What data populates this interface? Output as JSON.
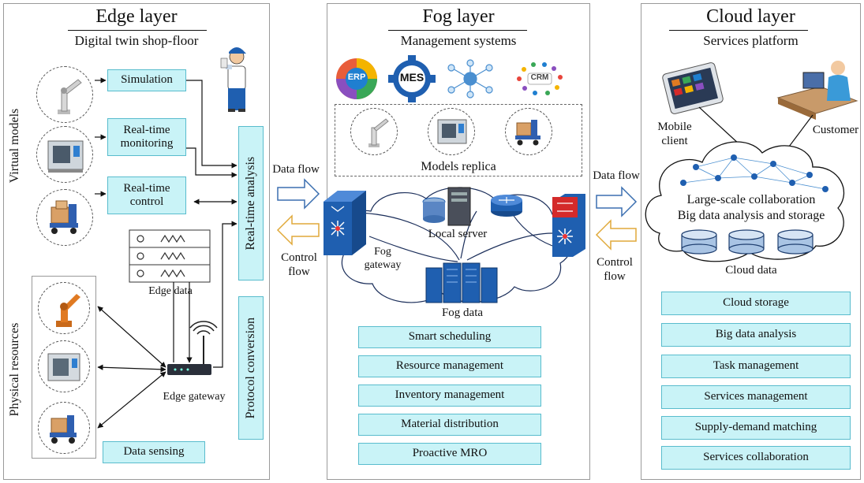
{
  "edge": {
    "title": "Edge layer",
    "subtitle": "Digital twin shop-floor",
    "virtual_models": "Virtual models",
    "physical_resources": "Physical resources",
    "simulation": "Simulation",
    "monitoring": "Real-time monitoring",
    "control": "Real-time control",
    "analysis": "Real-time analysis",
    "protocol": "Protocol conversion",
    "edge_data": "Edge data",
    "edge_gateway": "Edge gateway",
    "data_sensing": "Data sensing"
  },
  "fog": {
    "title": "Fog layer",
    "subtitle": "Management systems",
    "erp": "ERP",
    "mes": "MES",
    "crm": "CRM",
    "models_replica": "Models replica",
    "local_server": "Local server",
    "fog_gateway": "Fog gateway",
    "fog_data": "Fog data",
    "functions": [
      "Smart scheduling",
      "Resource management",
      "Inventory management",
      "Material distribution",
      "Proactive MRO"
    ]
  },
  "cloud": {
    "title": "Cloud layer",
    "subtitle": "Services platform",
    "mobile_client": "Mobile client",
    "customer": "Customer",
    "collab": "Large-scale collaboration",
    "bigdata": "Big data analysis and storage",
    "cloud_data": "Cloud data",
    "functions": [
      "Cloud storage",
      "Big data analysis",
      "Task management",
      "Services management",
      "Supply-demand matching",
      "Services collaboration"
    ]
  },
  "flows": {
    "data_flow": "Data flow",
    "control_flow": "Control flow"
  },
  "colors": {
    "box_fill": "#c9f3f7",
    "box_border": "#59bccd",
    "device_blue": "#1f5fb0",
    "data_arrow": "#3b6fb0",
    "control_arrow": "#e0a93a"
  }
}
